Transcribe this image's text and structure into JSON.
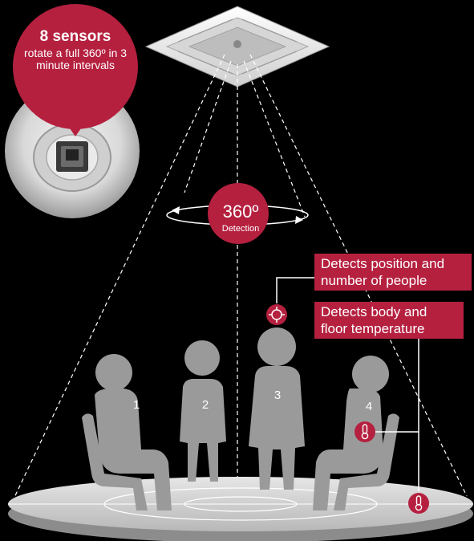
{
  "sensor_bubble": {
    "title": "8 sensors",
    "subtitle": "rotate a full 360º in 3 minute intervals"
  },
  "detection": {
    "value": "360º",
    "label": "Detection"
  },
  "callouts": [
    {
      "text": "Detects position and number of people"
    },
    {
      "text": "Detects body and floor temperature"
    }
  ],
  "people": [
    "1",
    "2",
    "3",
    "4"
  ],
  "icons": [
    "target-icon",
    "thermometer-icon"
  ],
  "colors": {
    "accent": "#b5203f",
    "figure": "#9a9a9a",
    "floor": "#c8c8c8"
  }
}
